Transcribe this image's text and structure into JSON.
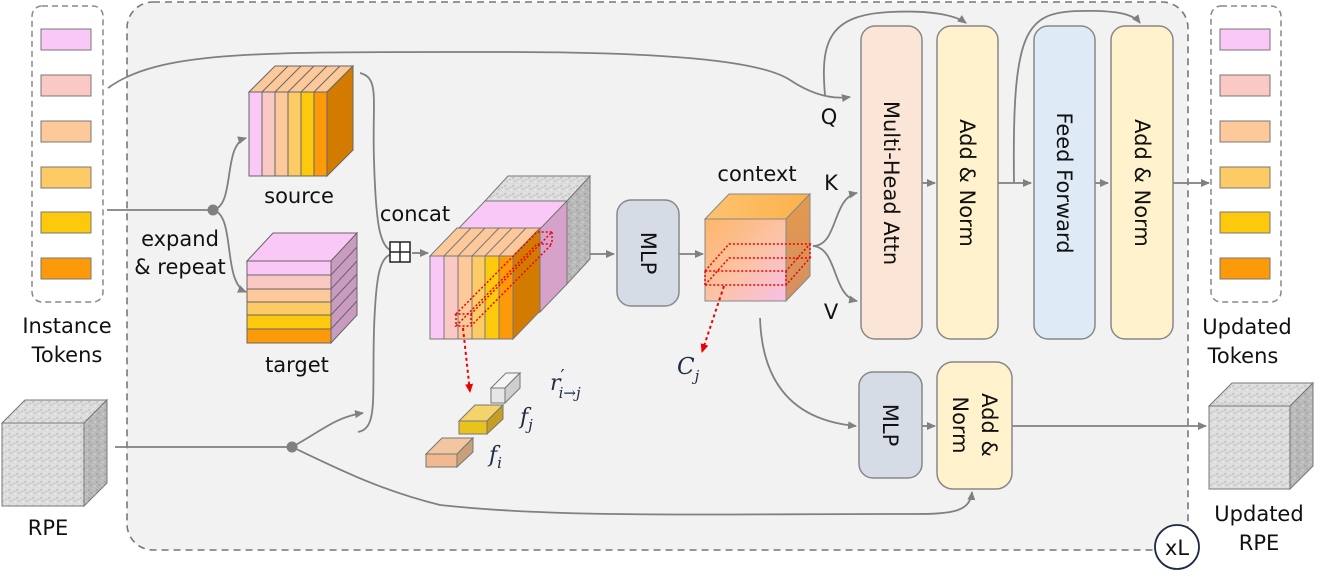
{
  "instance_tokens": {
    "label_line1": "Instance",
    "label_line2": "Tokens",
    "colors": [
      "#f9c8f6",
      "#fbc9c4",
      "#fdc89a",
      "#fdcb66",
      "#fdc90c",
      "#fd9a09"
    ]
  },
  "updated_tokens": {
    "label_line1": "Updated",
    "label_line2": "Tokens"
  },
  "rpe": {
    "label": "RPE"
  },
  "updated_rpe": {
    "label_line1": "Updated",
    "label_line2": "RPE"
  },
  "expand": {
    "line1": "expand",
    "line2": "& repeat"
  },
  "cubes": {
    "source": "source",
    "target": "target",
    "context": "context"
  },
  "concat": {
    "label": "concat",
    "symbol": "⊞"
  },
  "blocks": {
    "mlp": "MLP",
    "mlp2": "MLP",
    "mha": "Multi-Head Attn",
    "add_norm_1": "Add & Norm",
    "feed_forward": "Feed Forward",
    "add_norm_2": "Add & Norm",
    "add_norm_3_line1": "Add &",
    "add_norm_3_line2": "Norm"
  },
  "qkv": {
    "q": "Q",
    "k": "K",
    "v": "V"
  },
  "math": {
    "c_j": "C",
    "c_j_sub": "j",
    "r": "r",
    "r_prime": "′",
    "r_sub": "i→j",
    "f_j": "f",
    "f_j_sub": "j",
    "f_i": "f",
    "f_i_sub": "i"
  },
  "repeat_badge": "xL",
  "colors": {
    "panel_fill": "#f2f2f2",
    "panel_border": "#777777",
    "arrow": "#808080",
    "mlp_fill": "#d6dce5",
    "mha_fill": "#fbe5d6",
    "add_norm_fill": "#fff2cc",
    "ff_fill": "#deebf7",
    "highlight": "#ee0000"
  }
}
